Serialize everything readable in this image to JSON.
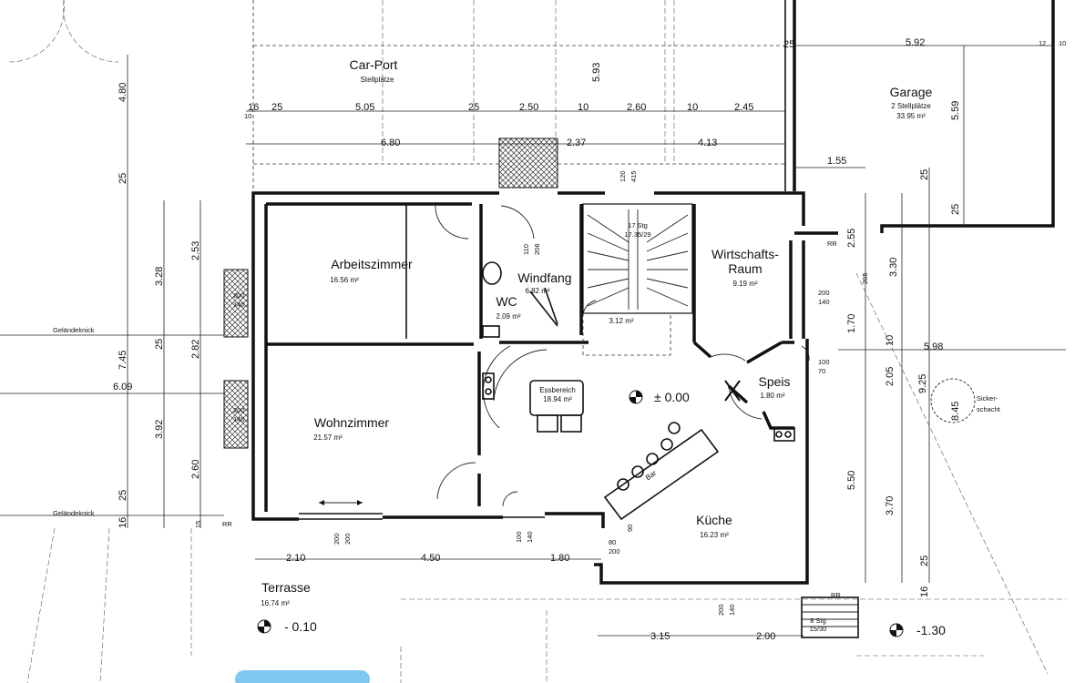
{
  "rooms": {
    "carport": {
      "name": "Car-Port",
      "sub": "Stellplätze"
    },
    "garage": {
      "name": "Garage",
      "sub": "2 Stellplätze",
      "area": "33.95 m²"
    },
    "arbeitszimmer": {
      "name": "Arbeitszimmer",
      "area": "16.56 m²"
    },
    "windfang": {
      "name": "Windfang",
      "area": "6.82 m²"
    },
    "wc": {
      "name": "WC",
      "area": "2.09 m²"
    },
    "treppe": {
      "steps": "17 Stg",
      "ratio": "17.35/29",
      "area": "3.12 m²"
    },
    "wirtschaftsraum": {
      "name1": "Wirtschafts-",
      "name2": "Raum",
      "area": "9.19 m²"
    },
    "speis": {
      "name": "Speis",
      "area": "1.80 m²"
    },
    "essbereich": {
      "name": "Essbereich",
      "area": "18.94 m²"
    },
    "wohnzimmer": {
      "name": "Wohnzimmer",
      "area": "21.57 m²"
    },
    "kueche": {
      "name": "Küche",
      "area": "16.23 m²"
    },
    "bar": {
      "name": "Bar"
    },
    "terrasse": {
      "name": "Terrasse",
      "area": "16.74 m²"
    },
    "aussentreppe": {
      "steps": "8 Stg",
      "ratio": "15/30"
    }
  },
  "levels": {
    "main": "± 0.00",
    "terrace": "- 0.10",
    "outside": "-1.30"
  },
  "labels": {
    "gelaendeknick_1": "Geländeknick",
    "gelaendeknick_2": "Geländeknick",
    "rr_1": "RR",
    "rr_2": "RR",
    "rr_3": "RR",
    "sicker_1": "Sicker-",
    "sicker_2": "schacht",
    "sicker_dim": "8.45"
  },
  "dimensions": {
    "top": [
      "16",
      "25",
      "5.05",
      "25",
      "2.50",
      "10",
      "2.60",
      "10",
      "2.45",
      "25",
      "5.92"
    ],
    "mid": [
      "6.80",
      "2.37",
      "4.13",
      "1.55"
    ],
    "vertical_left": [
      "4.80",
      "25",
      "2.53",
      "3.28",
      "25",
      "2.82",
      "7.45",
      "6.09",
      "3.92",
      "2.60",
      "25",
      "16"
    ],
    "vertical_right": [
      "5.93",
      "5.59",
      "25",
      "25",
      "2.55",
      "3.30",
      "1.70",
      "10",
      "5.98",
      "2.05",
      "9.25",
      "5.50",
      "3.70",
      "25",
      "16"
    ],
    "bottom": [
      "2.10",
      "4.50",
      "1.80",
      "3.15",
      "2.00"
    ],
    "openings": [
      "200",
      "140",
      "200",
      "140",
      "200",
      "140",
      "100",
      "70",
      "200",
      "200",
      "100",
      "140",
      "80",
      "200",
      "90",
      "200",
      "140",
      "110",
      "206",
      "120",
      "415",
      "205",
      "10",
      "12",
      "10",
      "15"
    ]
  }
}
